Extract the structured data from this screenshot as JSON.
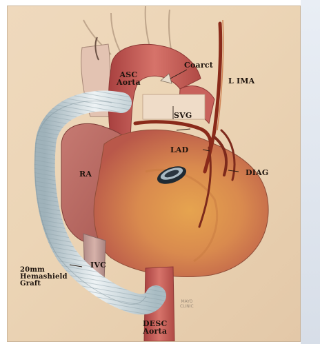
{
  "labels": {
    "asc_aorta_1": "ASC",
    "asc_aorta_2": "Aorta",
    "coarct": "Coarct",
    "l_ima": "L IMA",
    "svg": "SVG",
    "lad": "LAD",
    "diag": "DIAG",
    "ra": "RA",
    "ivc": "IVC",
    "graft_1": "20mm",
    "graft_2": "Hemashield",
    "graft_3": "Graft",
    "desc_aorta_1": "DESC",
    "desc_aorta_2": "Aorta"
  },
  "watermark": {
    "line1": "MAYO",
    "line2": "CLINIC"
  },
  "colors": {
    "background": "#ecd5b6",
    "heart": "#d98a5a",
    "aorta": "#c95a55",
    "graft": "#cfd8dc",
    "vessel": "#8a2a1a"
  }
}
